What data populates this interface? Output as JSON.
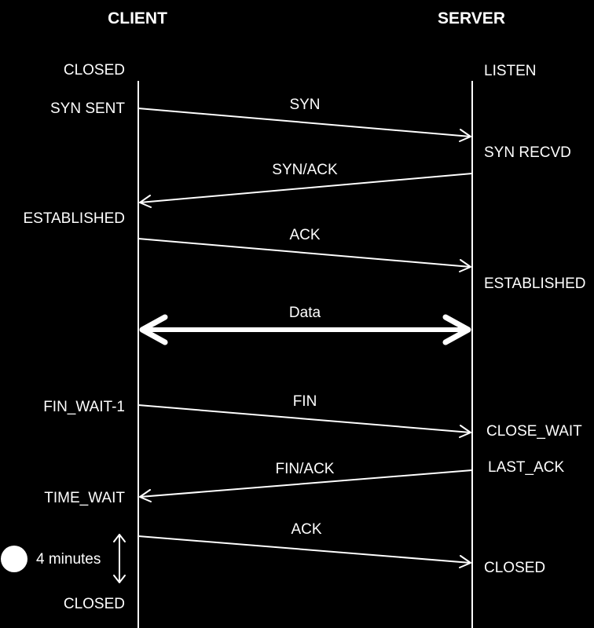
{
  "headers": {
    "client": "CLIENT",
    "server": "SERVER"
  },
  "client_states": {
    "closed_start": "CLOSED",
    "syn_sent": "SYN SENT",
    "established": "ESTABLISHED",
    "fin_wait_1": "FIN_WAIT-1",
    "time_wait": "TIME_WAIT",
    "closed_end": "CLOSED"
  },
  "server_states": {
    "listen": "LISTEN",
    "syn_recvd": "SYN RECVD",
    "established": "ESTABLISHED",
    "close_wait": "CLOSE_WAIT",
    "last_ack": "LAST_ACK",
    "closed": "CLOSED"
  },
  "messages": {
    "syn": "SYN",
    "syn_ack": "SYN/ACK",
    "ack1": "ACK",
    "data": "Data",
    "fin": "FIN",
    "fin_ack": "FIN/ACK",
    "ack2": "ACK"
  },
  "timer": {
    "label": "4 minutes"
  },
  "colors": {
    "background": "#000000",
    "foreground": "#ffffff"
  }
}
